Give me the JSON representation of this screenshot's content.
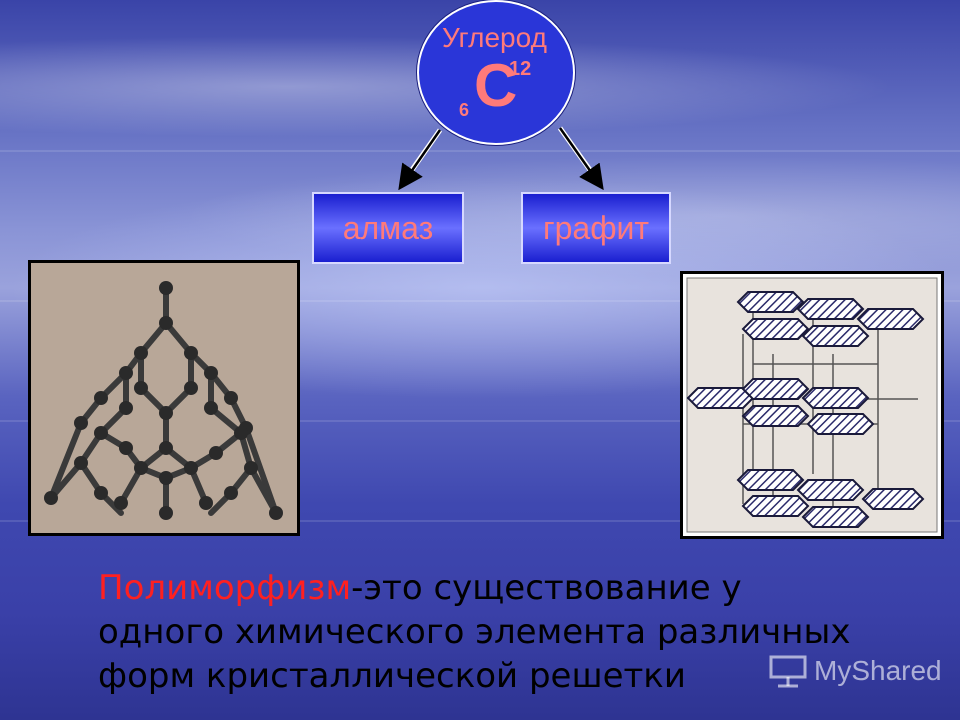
{
  "element": {
    "name": "Углерод",
    "symbol": "С",
    "mass_number": "12",
    "atomic_number": "6"
  },
  "forms": {
    "diamond": "алмаз",
    "graphite": "графит"
  },
  "definition": {
    "term": "Полиморфизм",
    "rest": "-это существование у одного химического элемента различных форм кристаллической решетки"
  },
  "watermark": {
    "text": "MyShared",
    "icon": "presentation-board-icon"
  },
  "colors": {
    "accent_text": "#ff7a7a",
    "term": "#ff2020",
    "circle": "#2a36d8"
  }
}
